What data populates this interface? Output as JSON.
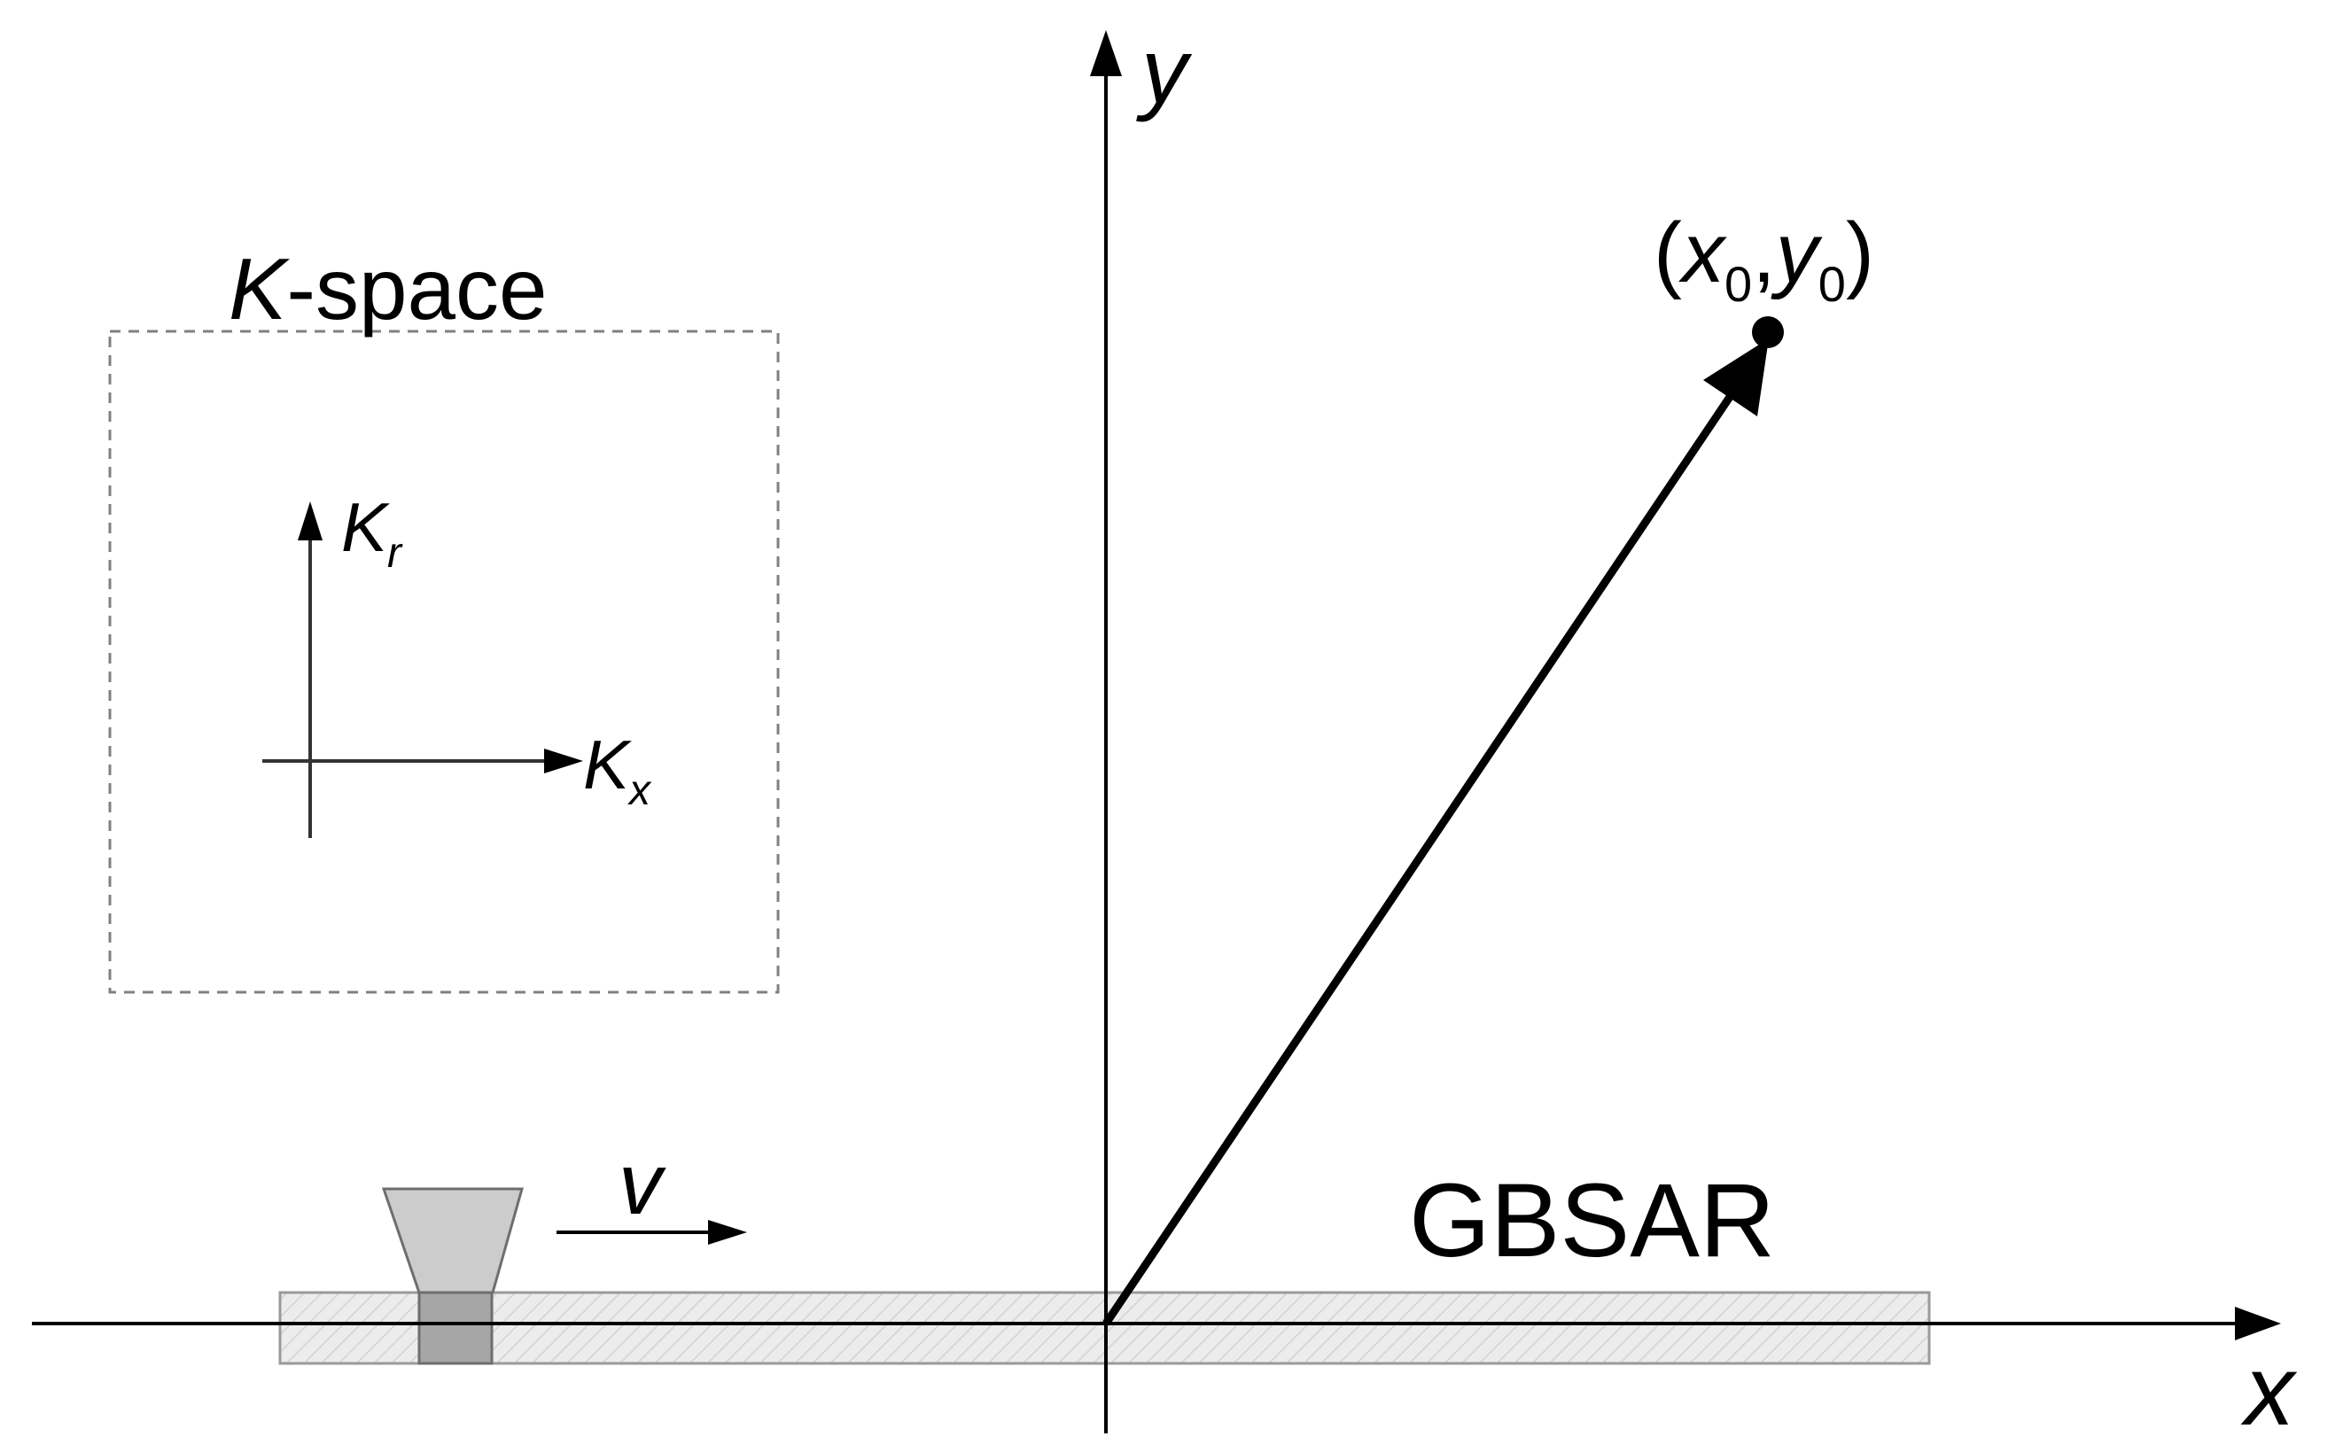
{
  "labels": {
    "y_axis": "y",
    "x_axis": "x",
    "point_open": "(",
    "point_x": "x",
    "point_x_sub": "0",
    "point_comma": ",",
    "point_y": "y",
    "point_y_sub": "0",
    "point_close": ")",
    "kspace_k": "K",
    "kspace_rest": "-space",
    "kr_main": "K",
    "kr_sub": "r",
    "kx_main": "K",
    "kx_sub": "x",
    "velocity": "v",
    "gbsar": "GBSAR"
  },
  "colors": {
    "line": "#000000",
    "rail_fill": "#e6e6e6",
    "rail_stroke": "#9a9a9a",
    "antenna_horn": "#cccccc",
    "antenna_base": "#a6a6a6",
    "dashed_box": "#808080"
  }
}
